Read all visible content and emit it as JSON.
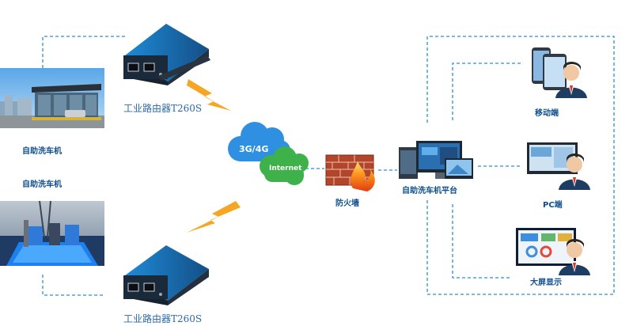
{
  "routers": [
    {
      "label": "工业路由器T260S"
    },
    {
      "label": "工业路由器T260S"
    }
  ],
  "stations": [
    {
      "label": "自助洗车机"
    },
    {
      "label": "自助洗车机"
    }
  ],
  "cloud": {
    "label_3g4g": "3G/4G",
    "label_internet": "Internet"
  },
  "firewall": {
    "label": "防火墙"
  },
  "platform": {
    "label": "自助洗车机平台"
  },
  "clients": [
    {
      "label": "移动端"
    },
    {
      "label": "PC端"
    },
    {
      "label": "大屏显示"
    }
  ],
  "colors": {
    "dash": "#2a8fd6",
    "label_text": "#1a5e9a",
    "router_body": "#1b2a3a",
    "router_top": "#1c6fb5",
    "lightning": "#f5a623",
    "cloud_blue": "#2f8fe0",
    "cloud_green": "#3fb14a",
    "brick": "#b3462a"
  }
}
